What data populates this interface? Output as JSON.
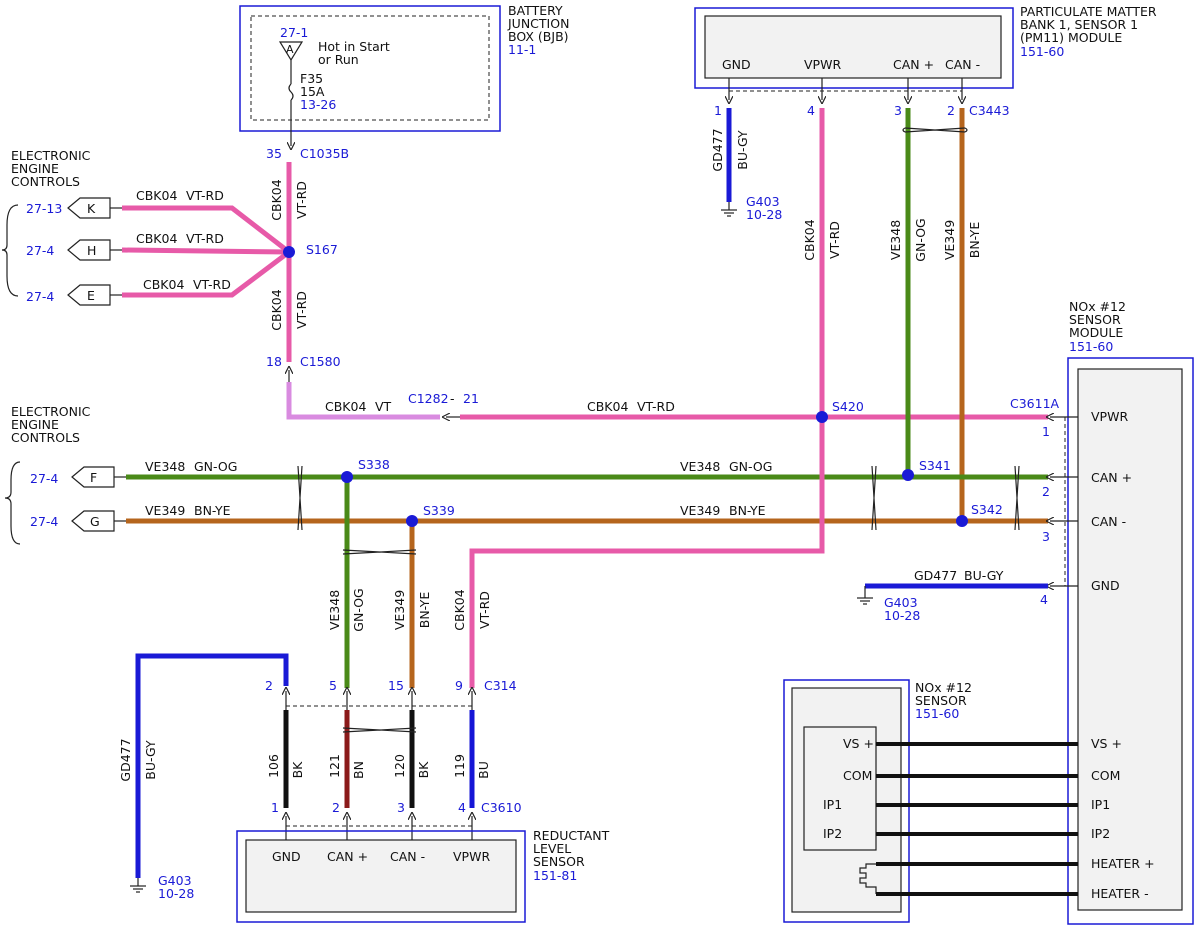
{
  "modules": {
    "bjb": {
      "name_lines": [
        "BATTERY",
        "JUNCTION",
        "BOX (BJB)"
      ],
      "ref": "11-1",
      "connector_ref": "27-1",
      "pin_letter": "A",
      "power_lines": [
        "Hot in Start",
        "or Run"
      ],
      "fuse": "F35",
      "fuse_rating": "15A",
      "fuse_ref": "13-26"
    },
    "pm": {
      "name_lines": [
        "PARTICULATE MATTER",
        "BANK 1, SENSOR 1",
        "(PM11) MODULE"
      ],
      "ref": "151-60",
      "pins": [
        "GND",
        "VPWR",
        "CAN +",
        "CAN -"
      ],
      "pin_numbers": [
        "1",
        "4",
        "3",
        "2"
      ],
      "connector": "C3443"
    },
    "eec1": {
      "name_lines": [
        "ELECTRONIC",
        "ENGINE",
        "CONTROLS"
      ],
      "rows": [
        {
          "ref": "27-13",
          "pin": "K"
        },
        {
          "ref": "27-4",
          "pin": "H"
        },
        {
          "ref": "27-4",
          "pin": "E"
        }
      ]
    },
    "eec2": {
      "name_lines": [
        "ELECTRONIC",
        "ENGINE",
        "CONTROLS"
      ],
      "rows": [
        {
          "ref": "27-4",
          "pin": "F"
        },
        {
          "ref": "27-4",
          "pin": "G"
        }
      ]
    },
    "nox_module": {
      "name_lines": [
        "NOx #12",
        "SENSOR",
        "MODULE"
      ],
      "ref": "151-60",
      "connector": "C3611A",
      "pins": [
        "VPWR",
        "CAN +",
        "CAN -",
        "GND",
        "VS +",
        "COM",
        "IP1",
        "IP2",
        "HEATER +",
        "HEATER -"
      ],
      "pin_numbers": [
        "1",
        "2",
        "3",
        "4"
      ]
    },
    "nox_sensor": {
      "name_lines": [
        "NOx #12",
        "SENSOR"
      ],
      "ref": "151-60",
      "pins": [
        "VS +",
        "COM",
        "IP1",
        "IP2"
      ]
    },
    "rls": {
      "name_lines": [
        "REDUCTANT",
        "LEVEL",
        "SENSOR"
      ],
      "ref": "151-81",
      "pins": [
        "GND",
        "CAN +",
        "CAN -",
        "VPWR"
      ],
      "pin_numbers": [
        "1",
        "2",
        "3",
        "4"
      ],
      "connector": "C3610"
    }
  },
  "connectors": {
    "c1035b": {
      "name": "C1035B",
      "pin": "35"
    },
    "c1580": {
      "name": "C1580",
      "pin": "18"
    },
    "c1282": {
      "name": "C1282",
      "sep": "-",
      "pin": "21"
    },
    "c314": {
      "name": "C314",
      "pins": [
        "2",
        "5",
        "15",
        "9"
      ]
    }
  },
  "splices": {
    "s167": "S167",
    "s420": "S420",
    "s338": "S338",
    "s339": "S339",
    "s341": "S341",
    "s342": "S342"
  },
  "grounds": {
    "g1": {
      "name": "G403",
      "ref": "10-28"
    },
    "g2": {
      "name": "G403",
      "ref": "10-28"
    },
    "g3": {
      "name": "G403",
      "ref": "10-28"
    }
  },
  "wires": {
    "cbk04": "CBK04",
    "vt_rd": "VT-RD",
    "vt": "VT",
    "ve348": "VE348",
    "gn_og": "GN-OG",
    "ve349": "VE349",
    "bn_ye": "BN-YE",
    "gd477": "GD477",
    "bu_gy": "BU-GY",
    "w106": "106",
    "bk": "BK",
    "w121": "121",
    "bn": "BN",
    "w120": "120",
    "w119": "119",
    "bu": "BU"
  },
  "colors": {
    "vt_rd": "#e75aa8",
    "vt": "#d98be0",
    "gn_og": "#4a8a18",
    "bn_ye": "#b5651d",
    "bu_gy": "#1a1ad6",
    "bk": "#111111",
    "bn": "#8b1a1a",
    "bu": "#1515d6",
    "accent": "#1a1ad6"
  }
}
